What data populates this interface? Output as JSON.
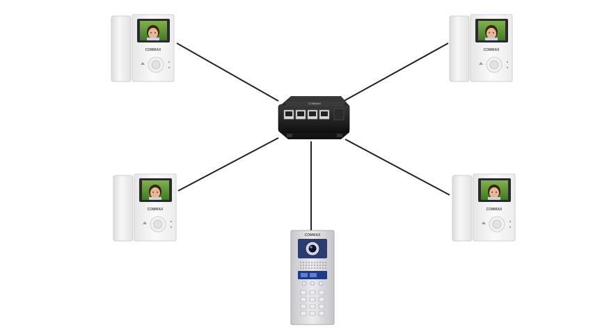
{
  "diagram": {
    "monitor_brand": "COMMAX",
    "door_panel_brand": "COMMAX",
    "hub_label": "COMMAX",
    "devices": [
      {
        "id": "monitor-top-left",
        "type": "video-intercom-monitor"
      },
      {
        "id": "monitor-top-right",
        "type": "video-intercom-monitor"
      },
      {
        "id": "monitor-bottom-left",
        "type": "video-intercom-monitor"
      },
      {
        "id": "monitor-bottom-right",
        "type": "video-intercom-monitor"
      },
      {
        "id": "door-panel",
        "type": "outdoor-door-station"
      }
    ],
    "hub": {
      "type": "network-distributor",
      "ports": 4
    },
    "connections": [
      {
        "from": "hub",
        "to": "monitor-top-left"
      },
      {
        "from": "hub",
        "to": "monitor-top-right"
      },
      {
        "from": "hub",
        "to": "monitor-bottom-left"
      },
      {
        "from": "hub",
        "to": "monitor-bottom-right"
      },
      {
        "from": "hub",
        "to": "door-panel"
      }
    ],
    "colors": {
      "line": "#222222",
      "device_body": "#f4f4f4",
      "hub_body": "#1c1c1c",
      "screen_frame": "#2a2a2a",
      "panel_metal": "#d9d9dc",
      "panel_camera": "#2b3d6e"
    }
  }
}
